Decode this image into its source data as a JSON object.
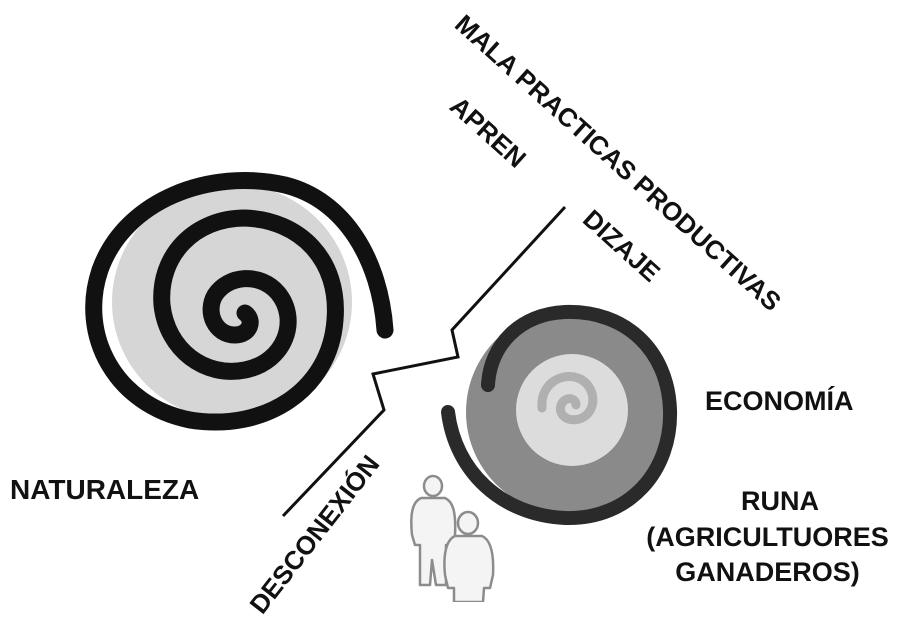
{
  "labels": {
    "naturaleza": "NATURALEZA",
    "desconexion": "DESCONEXIÓN",
    "mala_practicas": "MALA PRACTICAS PRODUCTIVAS",
    "apren": "APREN",
    "dizaje": "DIZAJE",
    "economia": "ECONOMÍA",
    "runa_line1": "RUNA",
    "runa_line2": "(AGRICULTUORES",
    "runa_line3": "GANADEROS)"
  },
  "icons": {
    "nature_spiral": "spiral-icon",
    "economy_spiral": "spiral-icon",
    "people": "people-icon"
  },
  "colors": {
    "spiral_stroke": "#111111",
    "nature_fill": "#d6d6d6",
    "economy_outer": "#8a8a8a",
    "economy_inner": "#dcdcdc",
    "economy_core_spiral": "#b0b0b0",
    "people_outline": "#8c8c8c"
  }
}
